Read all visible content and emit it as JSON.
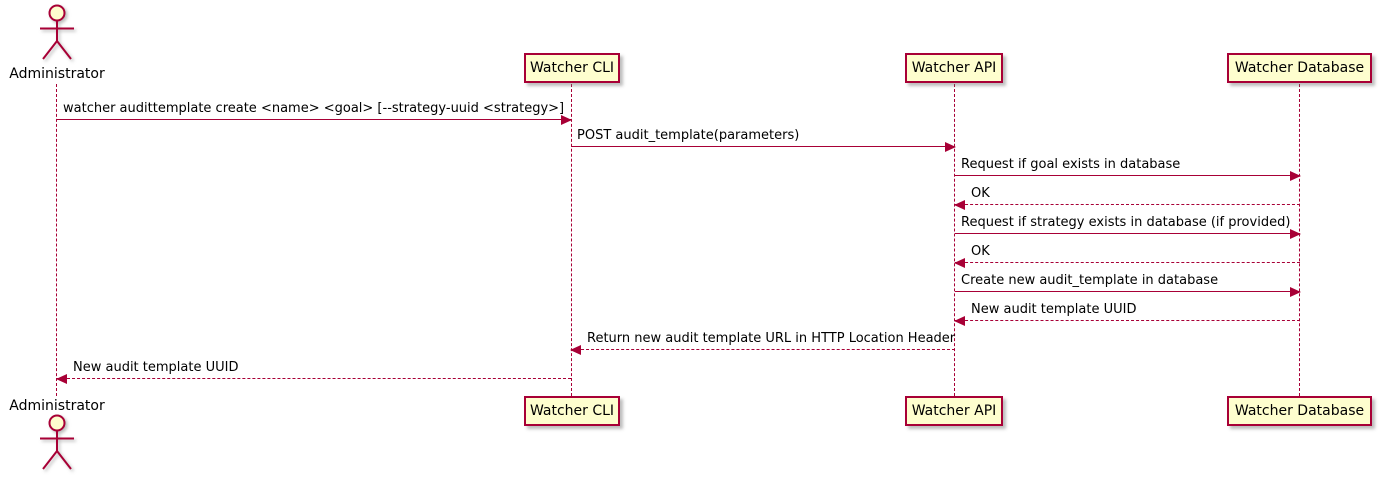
{
  "diagram": {
    "kind": "sequence-diagram",
    "colors": {
      "participant_fill": "#FEFECE",
      "stroke": "#A80036",
      "text": "#000000",
      "background": "#FFFFFF"
    },
    "actor": {
      "name": "Administrator"
    },
    "participants": [
      {
        "label": "Watcher CLI"
      },
      {
        "label": "Watcher API"
      },
      {
        "label": "Watcher Database"
      }
    ],
    "messages": [
      {
        "from": "Administrator",
        "to": "Watcher CLI",
        "style": "solid",
        "text": "watcher audittemplate create <name> <goal> [--strategy-uuid <strategy>]"
      },
      {
        "from": "Watcher CLI",
        "to": "Watcher API",
        "style": "solid",
        "text": "POST audit_template(parameters)"
      },
      {
        "from": "Watcher API",
        "to": "Watcher Database",
        "style": "solid",
        "text": "Request if goal exists in database"
      },
      {
        "from": "Watcher Database",
        "to": "Watcher API",
        "style": "dashed",
        "text": "OK"
      },
      {
        "from": "Watcher API",
        "to": "Watcher Database",
        "style": "solid",
        "text": "Request if strategy exists in database (if provided)"
      },
      {
        "from": "Watcher Database",
        "to": "Watcher API",
        "style": "dashed",
        "text": "OK"
      },
      {
        "from": "Watcher API",
        "to": "Watcher Database",
        "style": "solid",
        "text": "Create new audit_template in database"
      },
      {
        "from": "Watcher Database",
        "to": "Watcher API",
        "style": "dashed",
        "text": "New audit template UUID"
      },
      {
        "from": "Watcher API",
        "to": "Watcher CLI",
        "style": "dashed",
        "text": "Return new audit template URL in HTTP Location Header"
      },
      {
        "from": "Watcher CLI",
        "to": "Administrator",
        "style": "dashed",
        "text": "New audit template UUID"
      }
    ]
  }
}
